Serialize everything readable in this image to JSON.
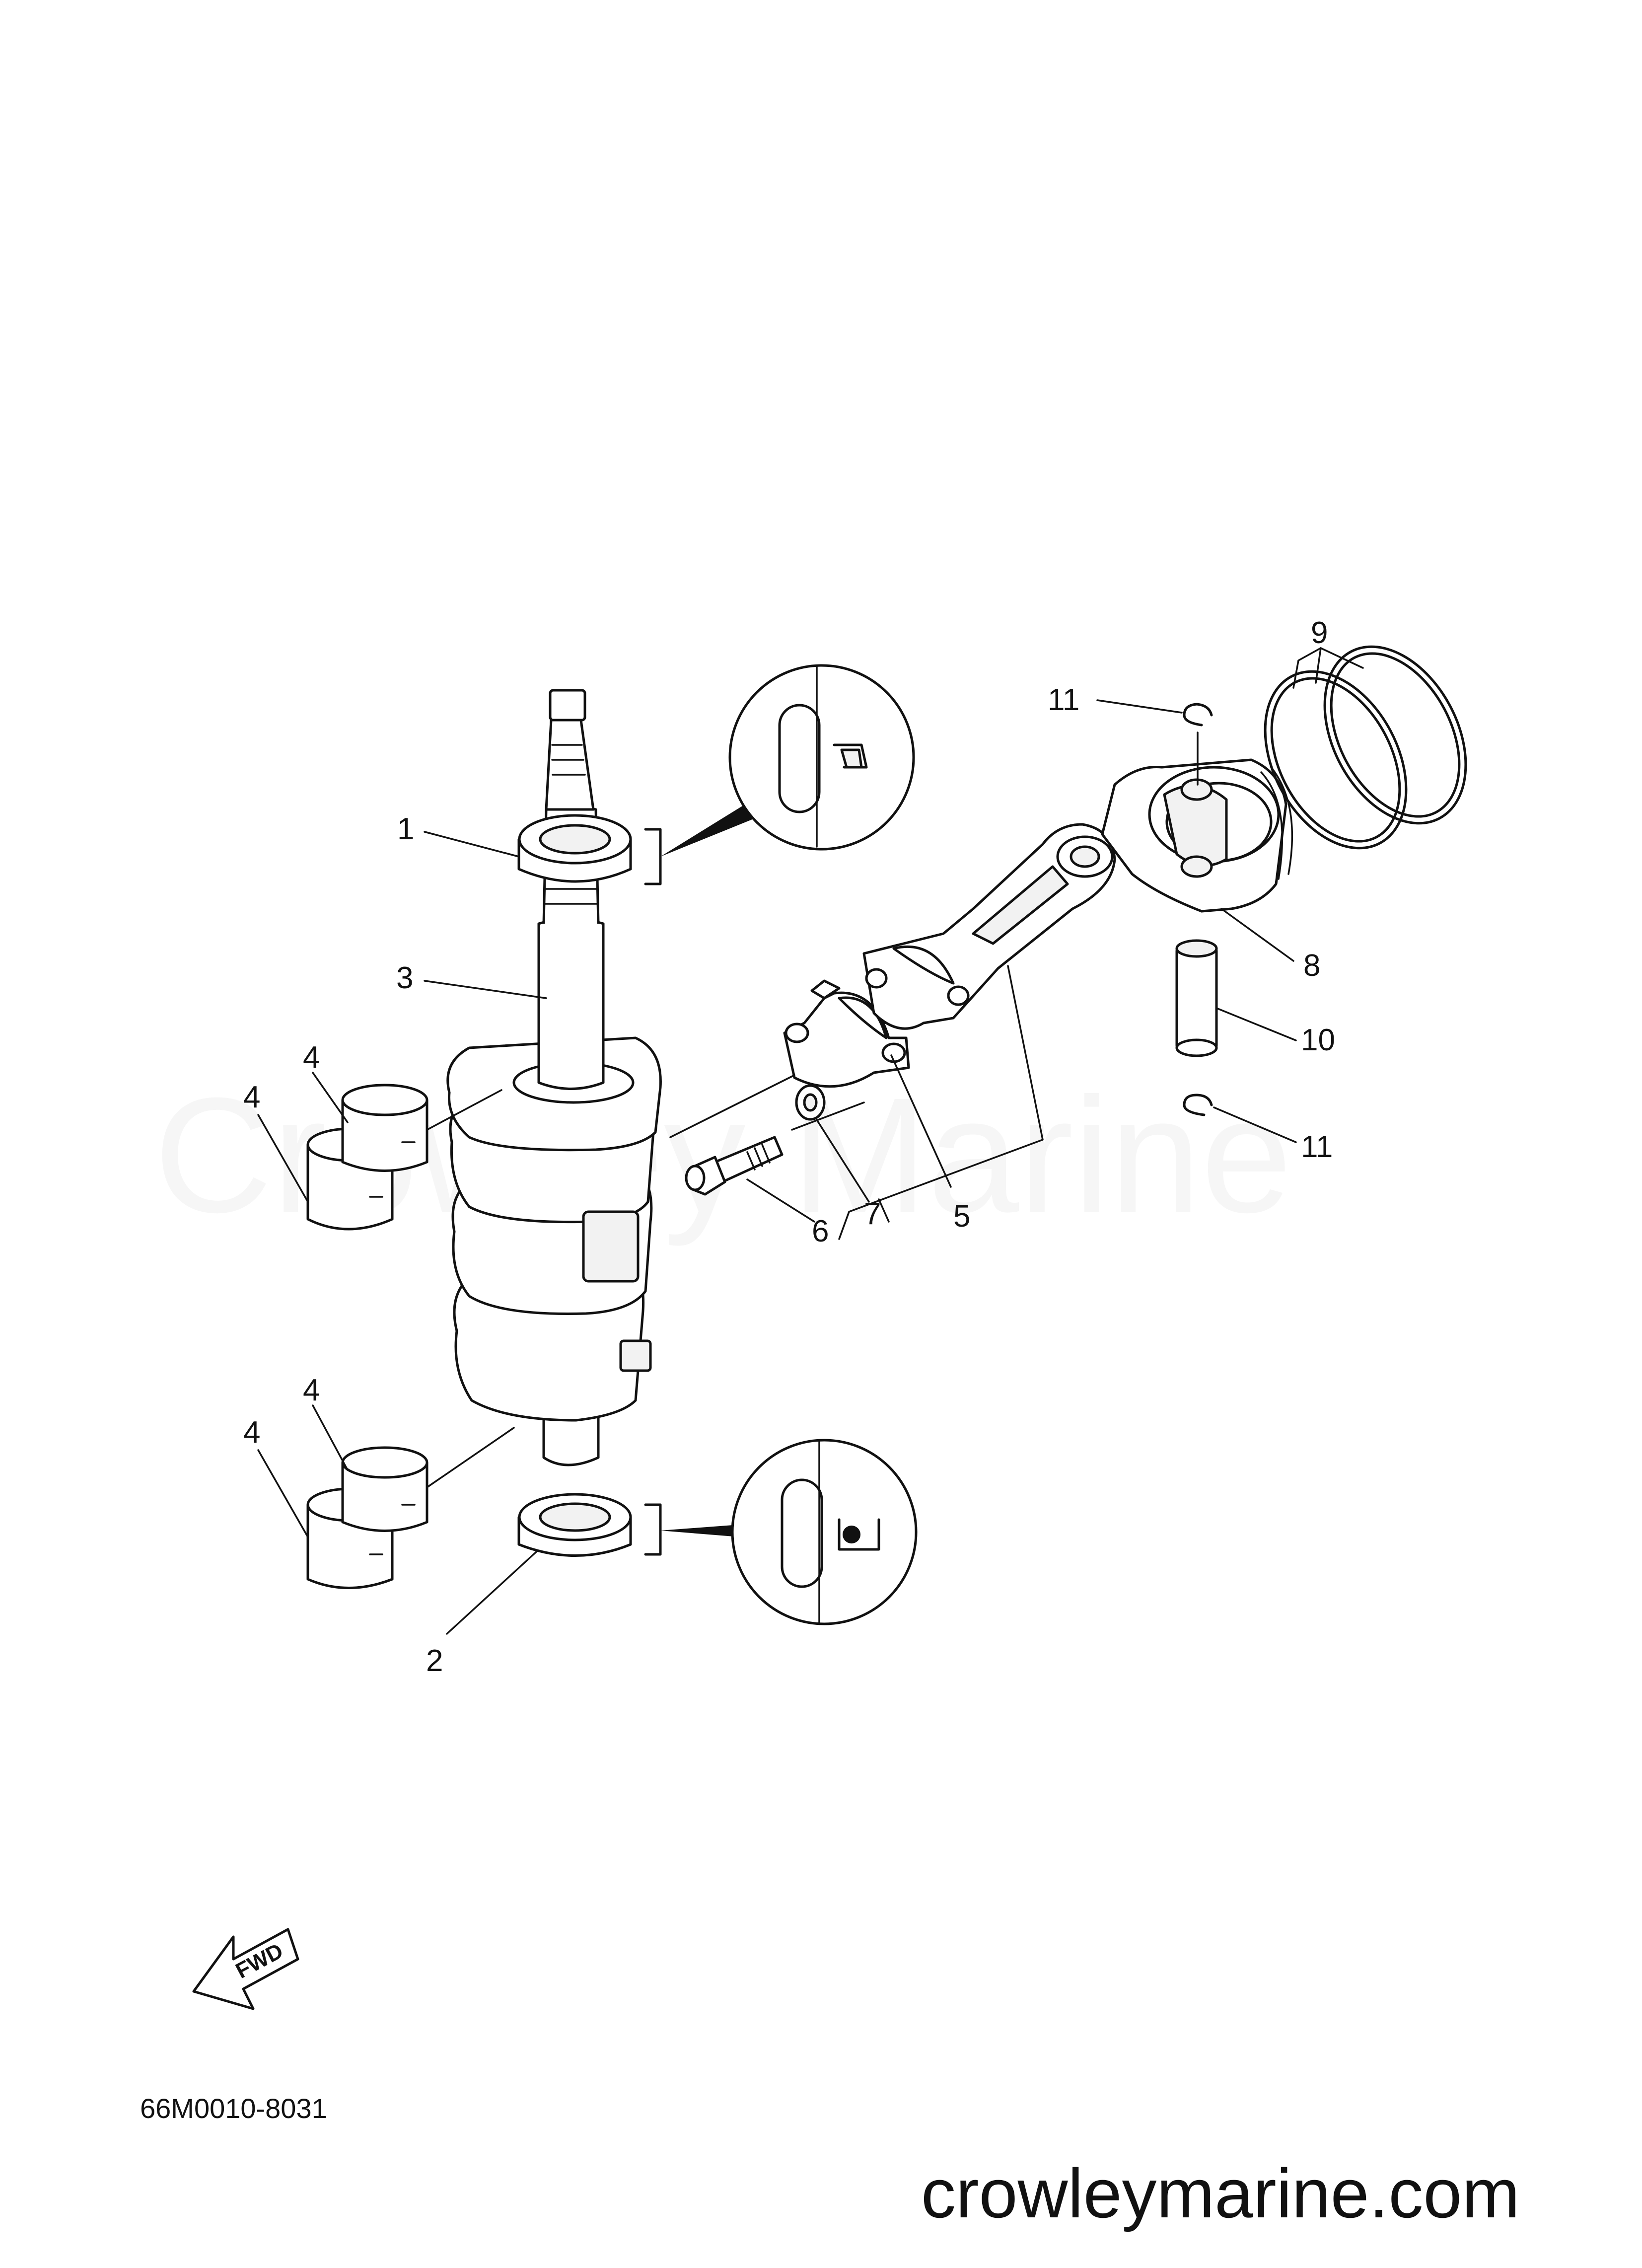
{
  "watermark": "Crowley Marine",
  "diagram_code": "66M0010-8031",
  "site_url": "crowleymarine.com",
  "fwd_label": "FWD",
  "callouts": {
    "c1": "1",
    "c2": "2",
    "c3": "3",
    "c4a": "4",
    "c4b": "4",
    "c4c": "4",
    "c4d": "4",
    "c5": "5",
    "c6": "6",
    "c7": "7",
    "c8": "8",
    "c9": "9",
    "c10": "10",
    "c11a": "11",
    "c11b": "11"
  },
  "colors": {
    "line": "#111111",
    "background": "#ffffff"
  }
}
